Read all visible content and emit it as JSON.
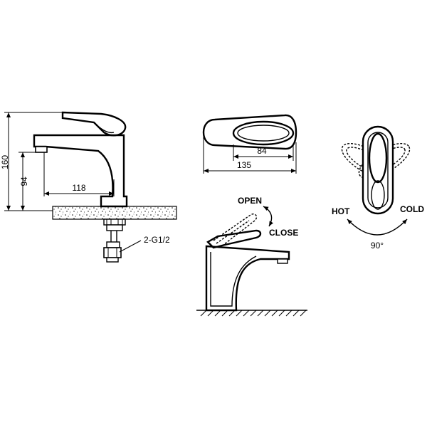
{
  "dimensions": {
    "total_height": "160",
    "spout_height": "94",
    "spout_reach": "118",
    "connection": "2-G1/2",
    "handle_length": "84",
    "top_length": "135"
  },
  "operation": {
    "open": "OPEN",
    "close": "CLOSE",
    "hot": "HOT",
    "cold": "COLD",
    "rotation": "90°"
  }
}
